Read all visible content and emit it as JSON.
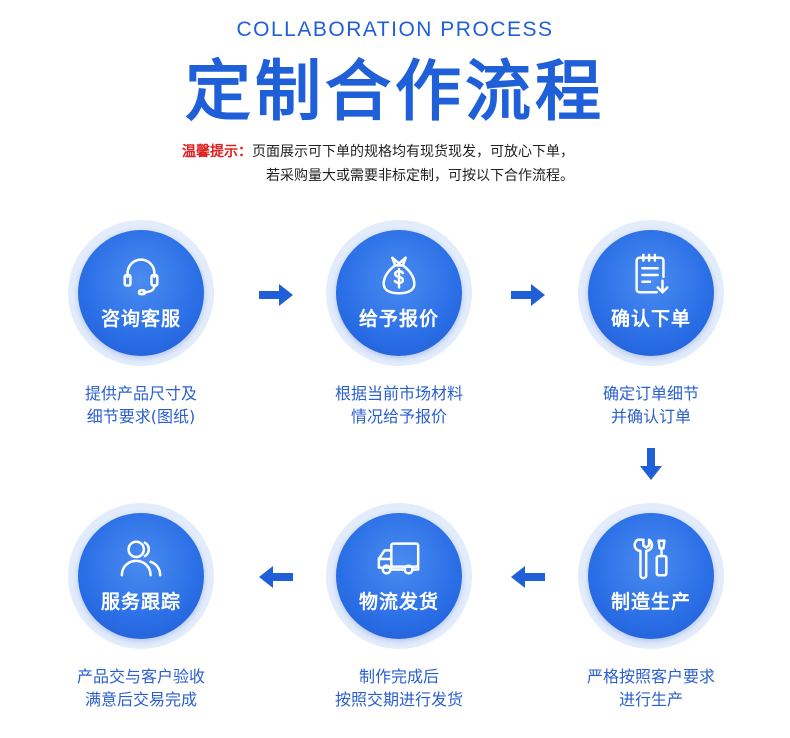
{
  "header": {
    "subtitle": "COLLABORATION PROCESS",
    "title": "定制合作流程",
    "tip_label": "温馨提示：",
    "tip_line1": "页面展示可下单的规格均有现货现发，可放心下单，",
    "tip_line2": "若采购量大或需要非标定制，可按以下合作流程。"
  },
  "steps": [
    {
      "title": "咨询客服",
      "desc1": "提供产品尺寸及",
      "desc2": "细节要求(图纸)",
      "icon": "headset-icon"
    },
    {
      "title": "给予报价",
      "desc1": "根据当前市场材料",
      "desc2": "情况给予报价",
      "icon": "money-bag-icon"
    },
    {
      "title": "确认下单",
      "desc1": "确定订单细节",
      "desc2": "并确认订单",
      "icon": "order-document-icon"
    },
    {
      "title": "制造生产",
      "desc1": "严格按照客户要求",
      "desc2": "进行生产",
      "icon": "tools-icon"
    },
    {
      "title": "物流发货",
      "desc1": "制作完成后",
      "desc2": "按照交期进行发货",
      "icon": "truck-icon"
    },
    {
      "title": "服务跟踪",
      "desc1": "产品交与客户验收",
      "desc2": "满意后交易完成",
      "icon": "users-icon"
    }
  ],
  "colors": {
    "accent": "#1f5fd8",
    "tip_label": "#e0201f",
    "ring": "#e3ecfb"
  }
}
